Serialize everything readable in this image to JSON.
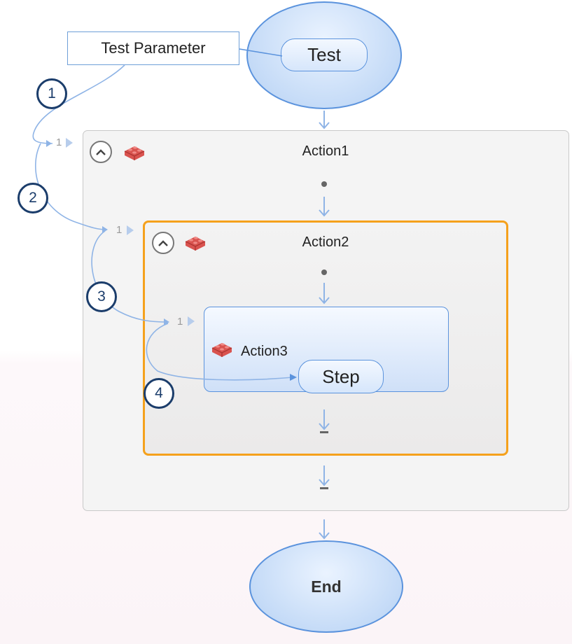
{
  "test_node": {
    "label": "Test"
  },
  "test_parameter": {
    "label": "Test Parameter"
  },
  "action1": {
    "title": "Action1",
    "input_port": "1"
  },
  "action2": {
    "title": "Action2",
    "input_port": "1"
  },
  "action3": {
    "title": "Action3",
    "input_port": "1"
  },
  "step_node": {
    "label": "Step"
  },
  "end_node": {
    "label": "End"
  },
  "step_markers": [
    "1",
    "2",
    "3",
    "4"
  ],
  "icons": [
    "collapse-chevron-icon",
    "action-brick-icon"
  ],
  "colors": {
    "node_blue": "#5b93dd",
    "highlight_orange": "#f5a11c",
    "marker_navy": "#1b3d6b",
    "arrow_light_blue": "#8fb4e6"
  }
}
